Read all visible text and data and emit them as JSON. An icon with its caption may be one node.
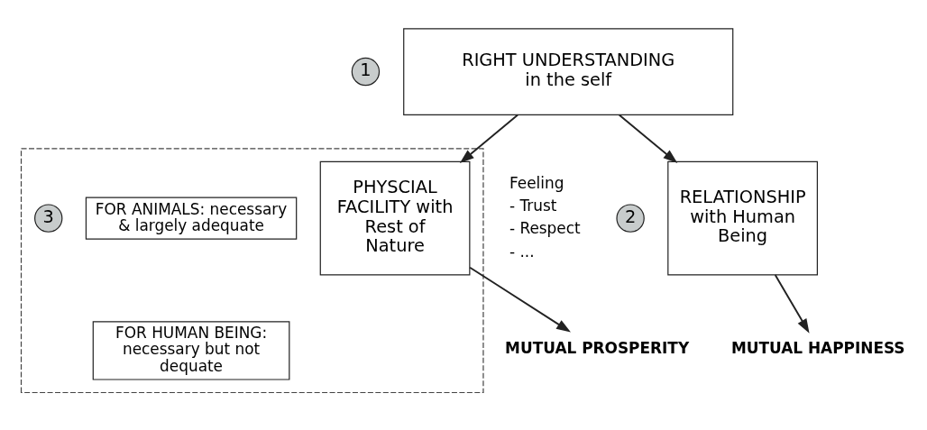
{
  "diagram": {
    "nodes": [
      {
        "text": [
          "1"
        ]
      },
      {
        "text": [
          "RIGHT UNDERSTANDING in the self"
        ]
      },
      {
        "text": [
          "2"
        ]
      },
      {
        "text": [
          "RELATIONSHIP with Human Being"
        ]
      },
      {
        "text": [],
        "shape": "box"
      },
      {
        "text": [
          "3"
        ],
        "in": 4
      },
      {
        "text": [
          "PHYSCIAL FACILITY with Rest of Nature"
        ],
        "in": 4
      },
      {
        "text": [
          "FOR ANIMALS: necessary & largely adequate"
        ],
        "in": 4
      },
      {
        "text": [
          "FOR HUMAN BEING: necessary but not dequate"
        ],
        "in": 4
      },
      {
        "text": [
          "MUTUAL HAPPINESS"
        ]
      },
      {
        "text": [
          "MUTUAL PROSPERITY"
        ]
      }
    ],
    "edges": [
      {
        "from": 1,
        "to": 3,
        "arrow": "to"
      },
      {
        "from": 1,
        "to": 6,
        "arrow": "to"
      },
      {
        "from": 3,
        "to": 9,
        "arrow": "to"
      },
      {
        "from": 6,
        "to": 10,
        "arrow": "to"
      }
    ],
    "labels": [
      "Feeling",
      "- Trust",
      "- Respect",
      "- ..."
    ]
  }
}
